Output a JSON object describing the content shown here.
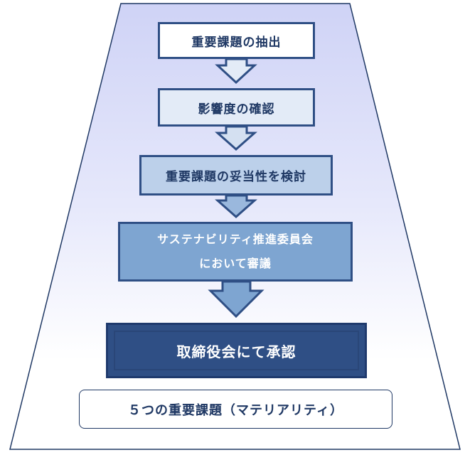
{
  "steps": [
    {
      "label": "重要課題の抽出"
    },
    {
      "label": "影響度の確認"
    },
    {
      "label": "重要課題の妥当性を検討"
    },
    {
      "label_line1": "サステナビリティ推進委員会",
      "label_line2": "において審議"
    },
    {
      "label": "取締役会にて承認"
    }
  ],
  "result": {
    "label": "５つの重要課題（マテリアリティ）"
  },
  "colors": {
    "trapezoid_top": "#d4d6f7",
    "trapezoid_bottom": "#ffffff",
    "outline": "#1f3864",
    "arrow": "#2f4f85"
  }
}
